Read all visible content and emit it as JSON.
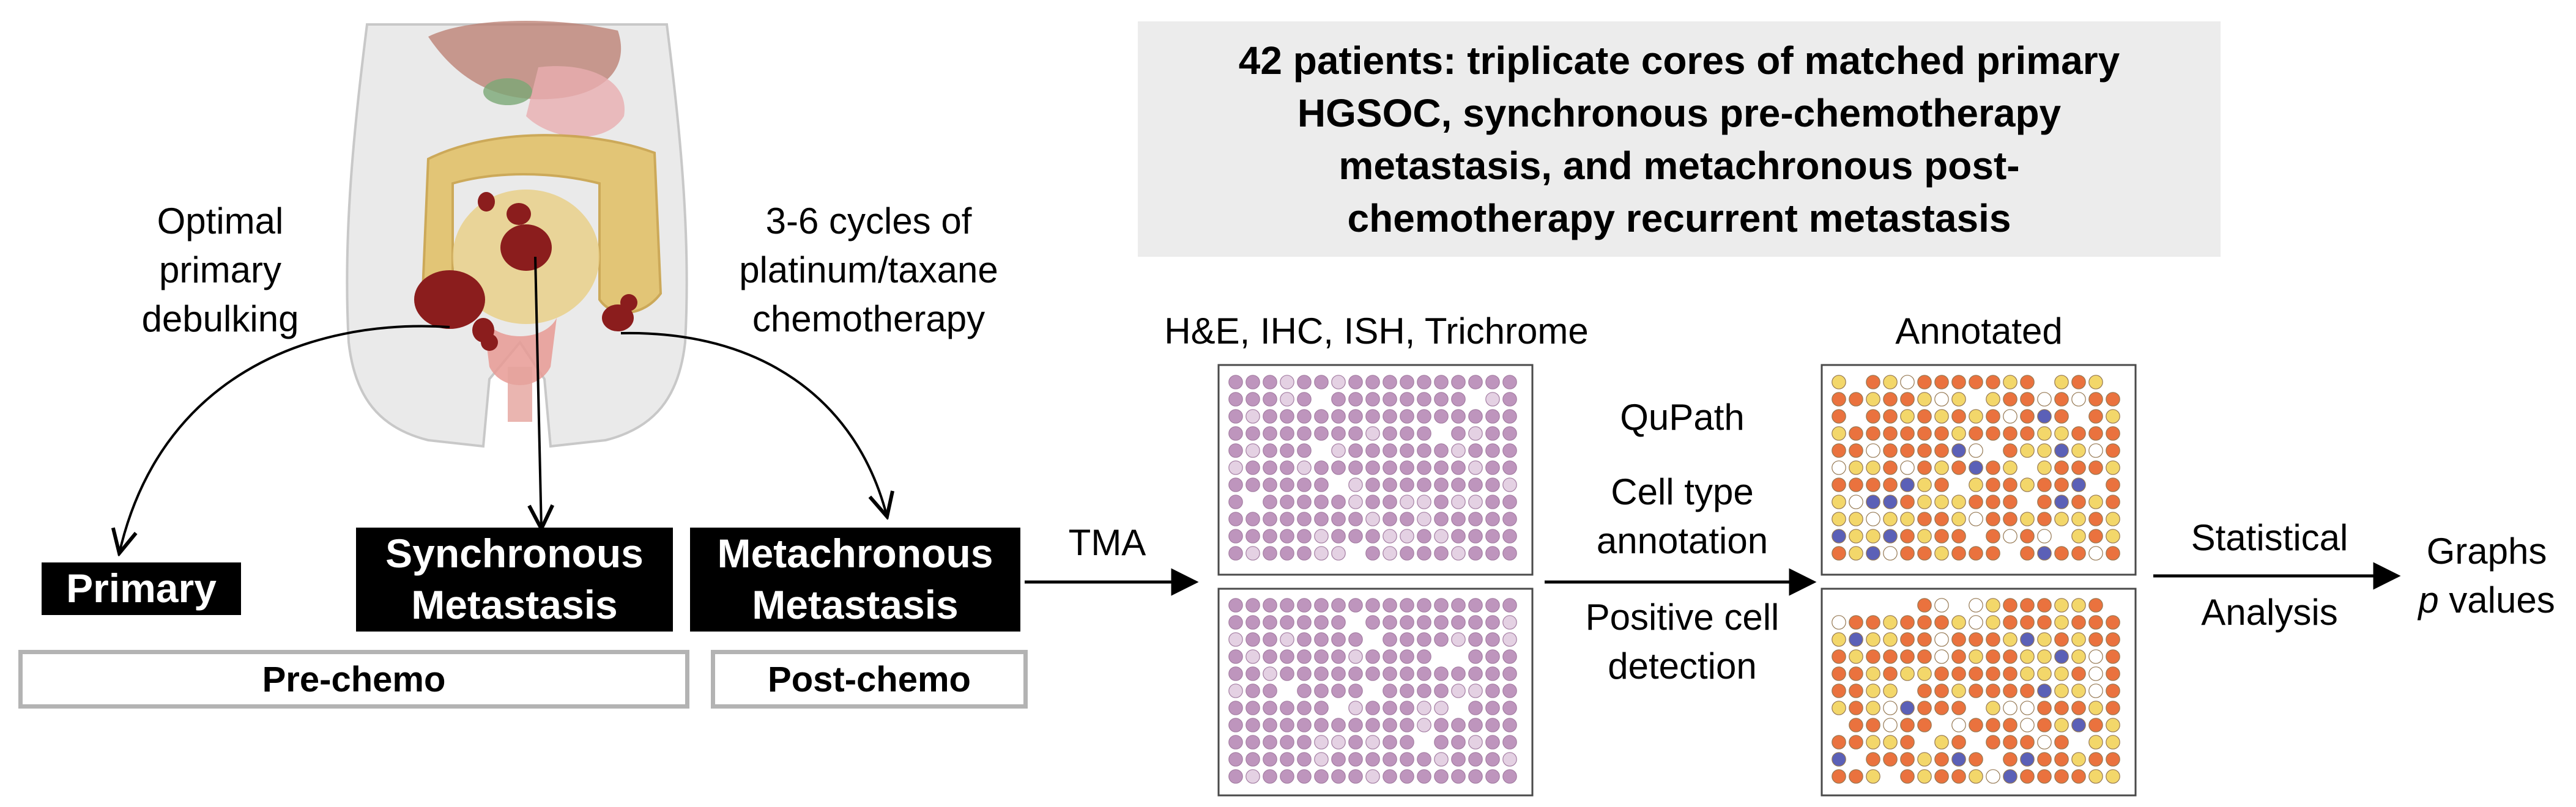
{
  "summary": {
    "text": "42 patients: triplicate cores of matched primary\nHGSOC, synchronous pre-chemotherapy\nmetastasis, and metachronous post-\nchemotherapy recurrent metastasis"
  },
  "surgery_label": "Optimal\nprimary\ndebulking",
  "chemo_label": "3-6 cycles of\nplatinum/taxane\nchemotherapy",
  "sample_types": {
    "primary": "Primary",
    "synchronous": "Synchronous\nMetastasis",
    "metachronous": "Metachronous\nMetastasis"
  },
  "phases": {
    "pre": "Pre-chemo",
    "post": "Post-chemo"
  },
  "tma_label": "TMA",
  "stains_label": "H&E, IHC, ISH, Trichrome",
  "qupath": {
    "title": "QuPath",
    "step1": "Cell type\nannotation",
    "step2": "Positive cell\ndetection"
  },
  "annotated_label": "Annotated",
  "stats_label": {
    "line1": "Statistical",
    "line2": "Analysis"
  },
  "output": {
    "line1": "Graphs",
    "p": "p",
    "rest": " values"
  },
  "colors": {
    "organ_red": "#8b1d1d",
    "he_stain": "#b88ab6",
    "annot_yellow": "#f2d35a",
    "annot_orange": "#e8632a",
    "annot_blue": "#4a4fb0"
  }
}
